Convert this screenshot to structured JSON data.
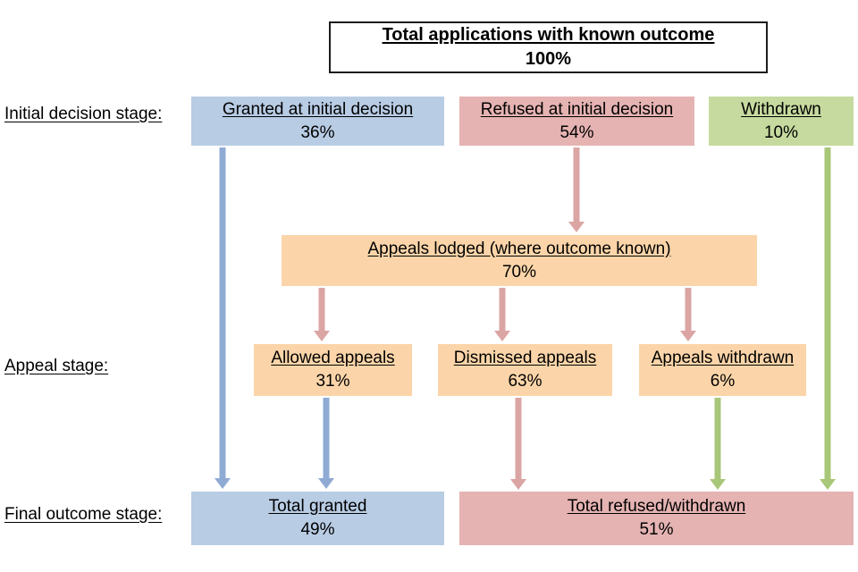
{
  "diagram": {
    "title": {
      "label": "Total applications with known outcome",
      "value": "100%"
    },
    "stages": {
      "initial": "Initial decision stage:",
      "appeal": "Appeal stage:",
      "final": "Final outcome stage:"
    },
    "nodes": {
      "granted": {
        "label": "Granted at initial decision",
        "value": "36%"
      },
      "refused": {
        "label": "Refused at initial decision",
        "value": "54%"
      },
      "withdrawn": {
        "label": "Withdrawn",
        "value": "10%"
      },
      "appeals_lodged": {
        "label": "Appeals lodged (where outcome known)",
        "value": "70%"
      },
      "allowed_appeals": {
        "label": "Allowed appeals",
        "value": "31%"
      },
      "dismissed_appeals": {
        "label": "Dismissed appeals",
        "value": "63%"
      },
      "appeals_withdrawn": {
        "label": "Appeals withdrawn",
        "value": "6%"
      },
      "total_granted": {
        "label": "Total granted",
        "value": "49%"
      },
      "total_refused": {
        "label": "Total refused/withdrawn",
        "value": "51%"
      }
    },
    "colors": {
      "blue_box": "#b8cce4",
      "pink_box": "#e5b3b2",
      "green_box": "#c6da9f",
      "orange_box": "#fbd5a9",
      "blue_arrow": "#8fabd4",
      "pink_arrow": "#dba5a4",
      "green_arrow": "#a9c778",
      "title_border": "#1c1c1c"
    }
  }
}
